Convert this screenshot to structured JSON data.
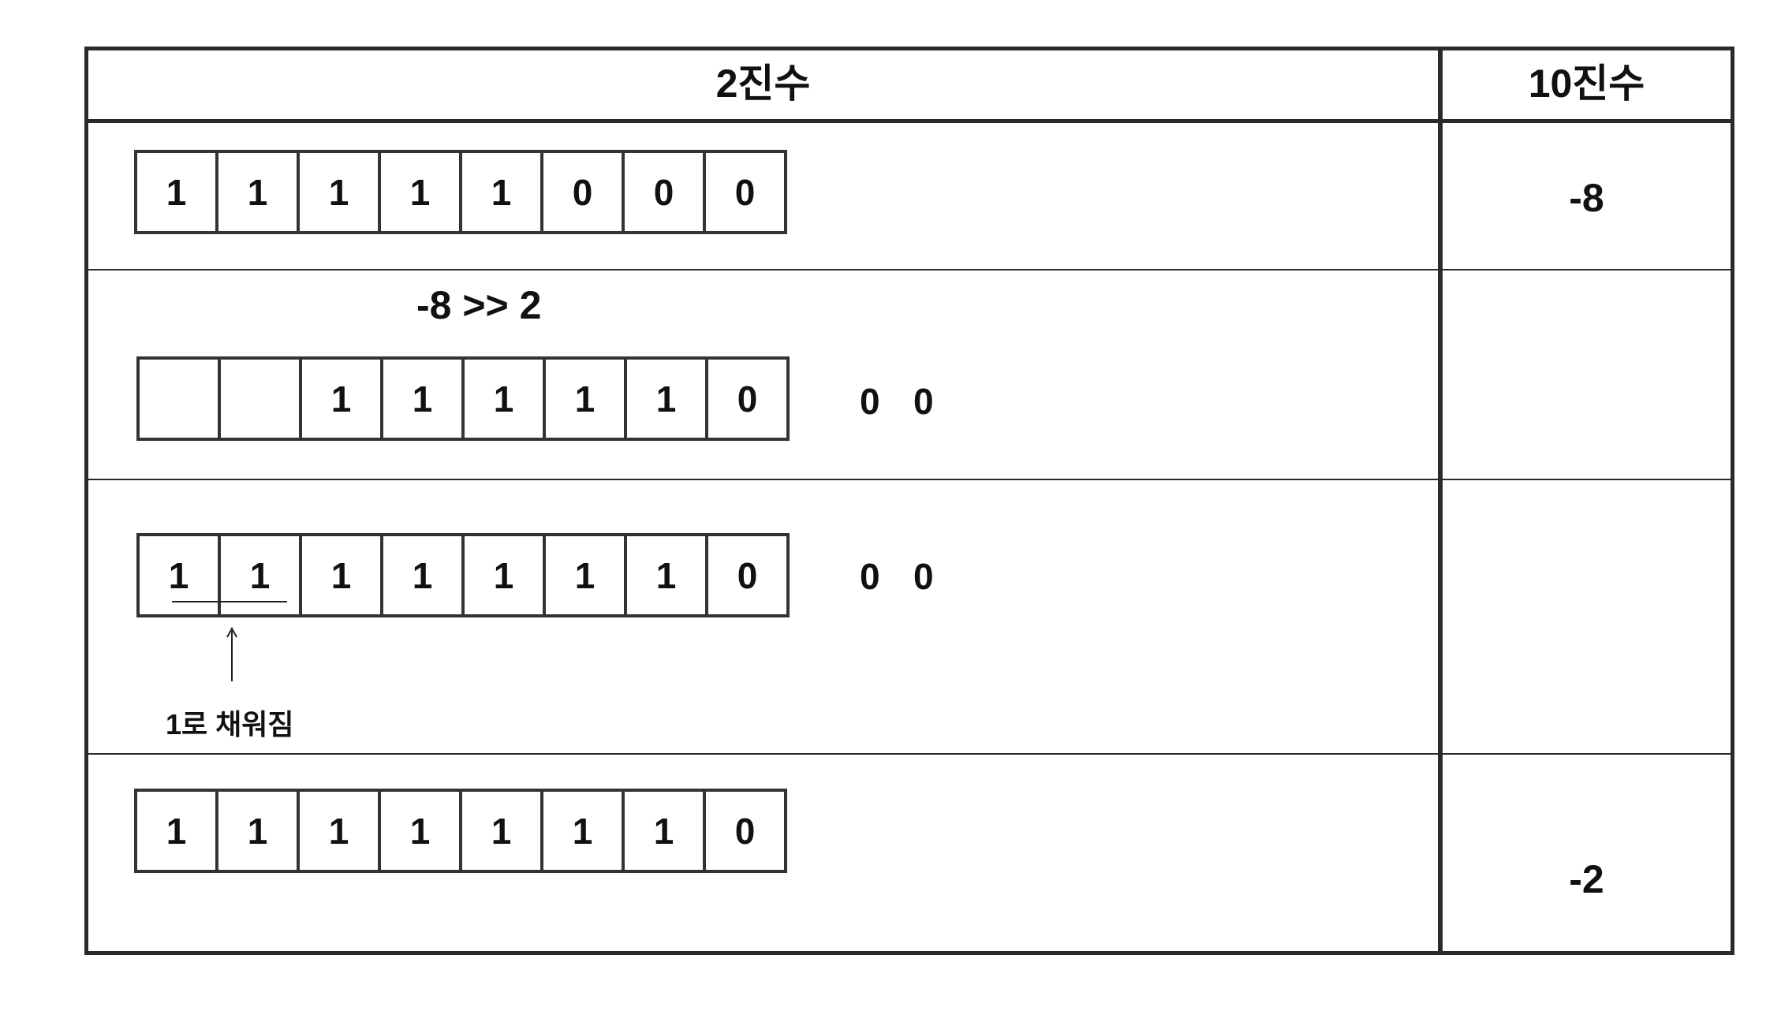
{
  "header": {
    "binary_label": "2진수",
    "decimal_label": "10진수"
  },
  "rows": [
    {
      "bits": [
        "1",
        "1",
        "1",
        "1",
        "1",
        "0",
        "0",
        "0"
      ],
      "decimal": "-8"
    },
    {
      "operation": "-8 >> 2",
      "bits": [
        "",
        "",
        "1",
        "1",
        "1",
        "1",
        "1",
        "0"
      ],
      "shifted_out": [
        "0",
        "0"
      ],
      "decimal": ""
    },
    {
      "bits": [
        "1",
        "1",
        "1",
        "1",
        "1",
        "1",
        "1",
        "0"
      ],
      "shifted_out": [
        "0",
        "0"
      ],
      "note": "1로 채워짐",
      "decimal": ""
    },
    {
      "bits": [
        "1",
        "1",
        "1",
        "1",
        "1",
        "1",
        "1",
        "0"
      ],
      "decimal": "-2"
    }
  ],
  "colors": {
    "line": "#2a2a2a",
    "text": "#111111",
    "background": "#ffffff"
  }
}
